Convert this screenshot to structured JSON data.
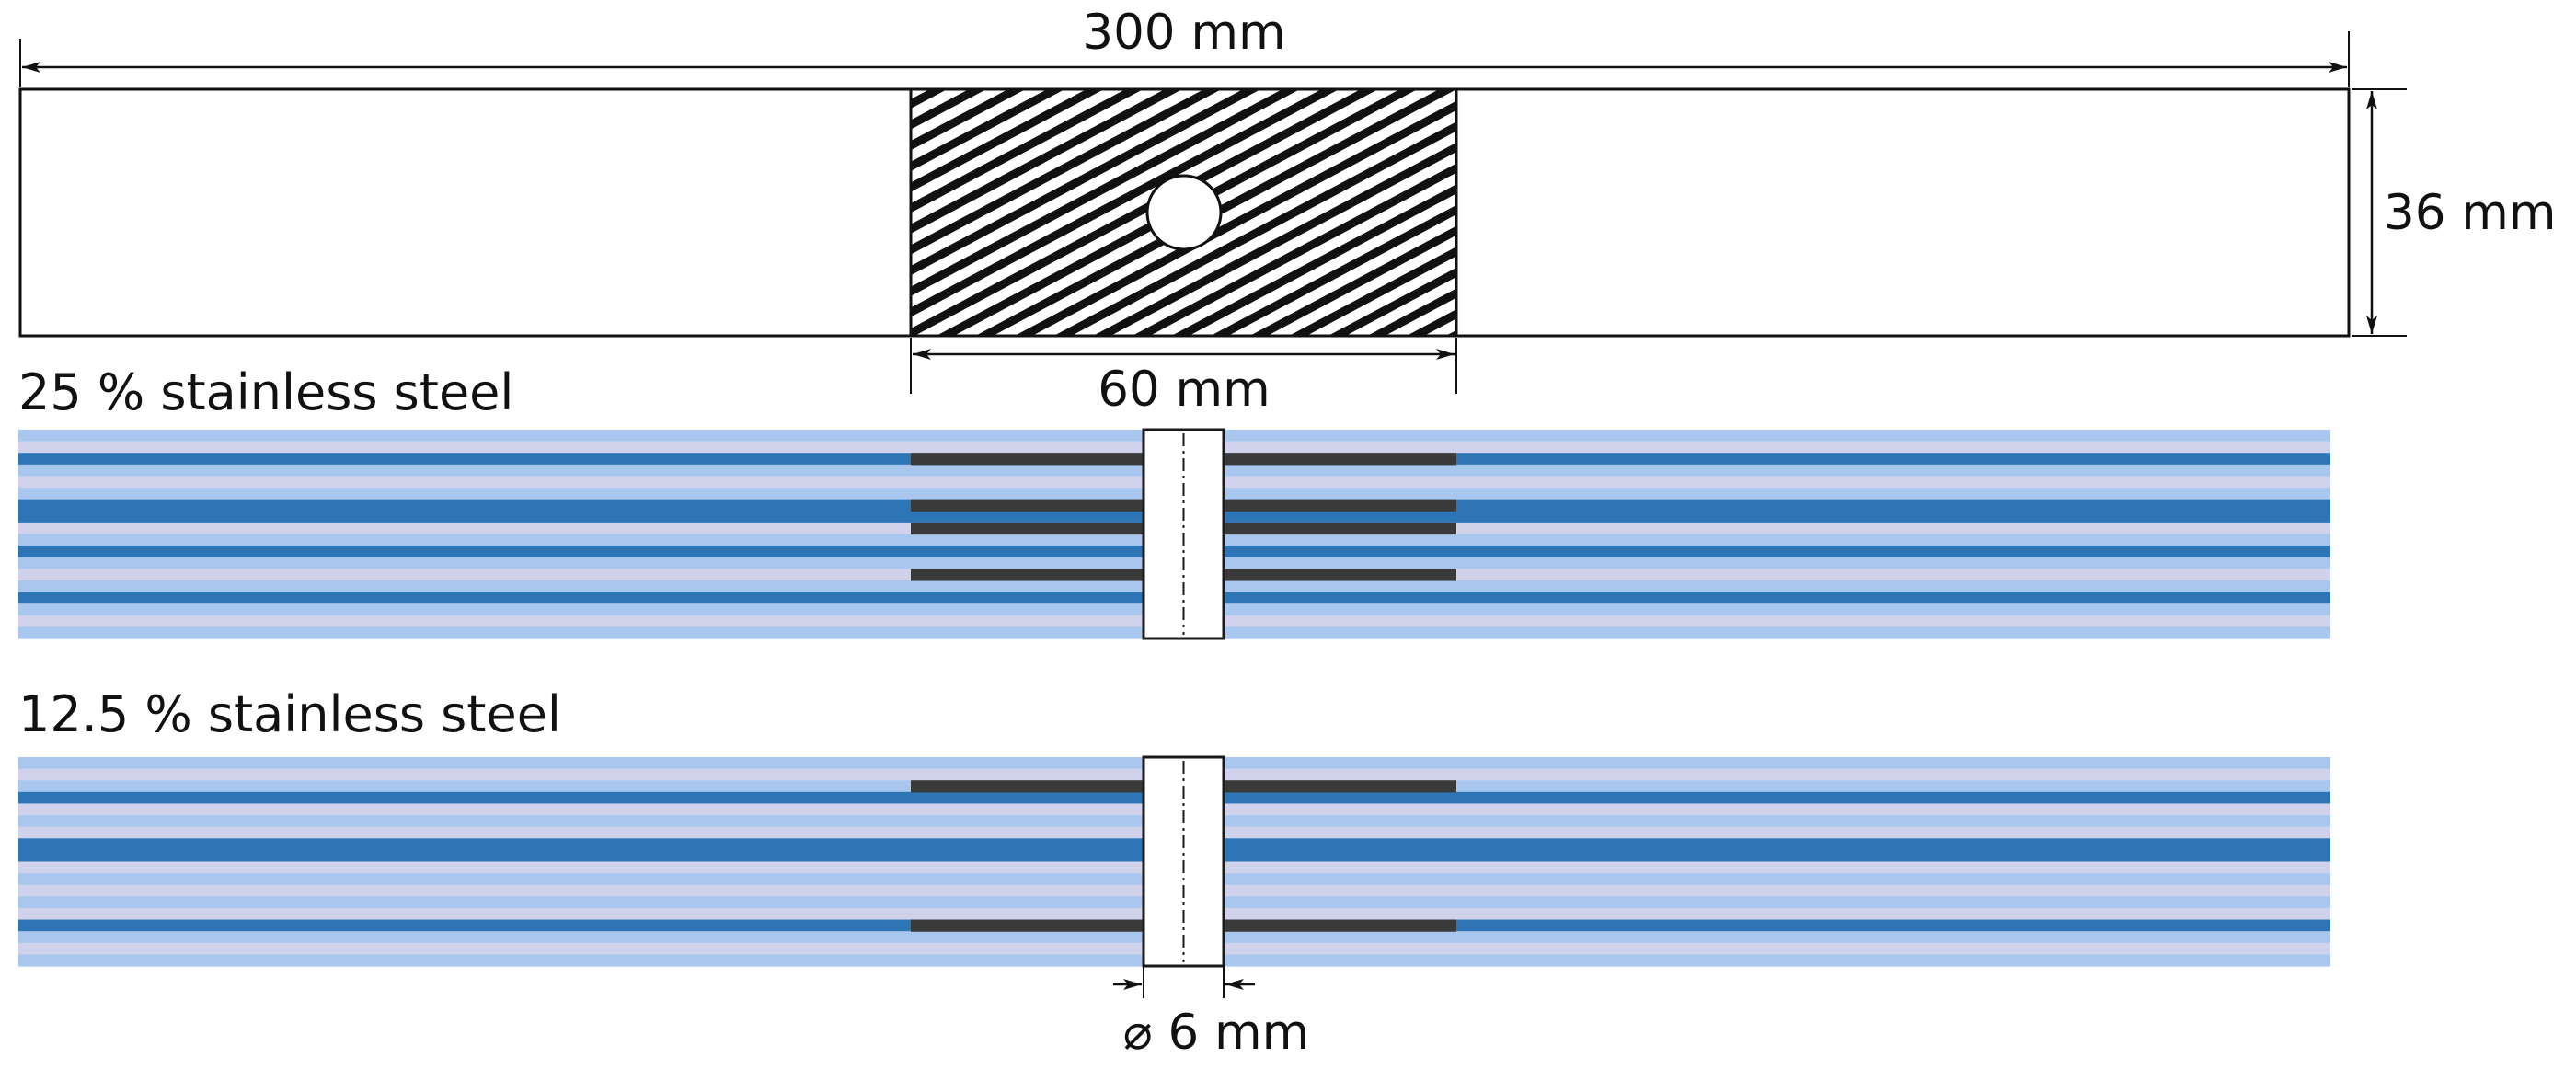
{
  "dimensions": {
    "length": "300 mm",
    "width": "36 mm",
    "patch": "60 mm",
    "hole": "⌀ 6 mm"
  },
  "laminates": [
    {
      "label": "25 % stainless steel",
      "layers": [
        "light",
        "lavender",
        "dark",
        "light",
        "lavender",
        "light",
        "dark",
        "dark",
        "lavender",
        "light",
        "dark",
        "light",
        "lavender",
        "light",
        "dark",
        "light",
        "lavender",
        "light"
      ],
      "steel_layers": [
        2,
        6,
        8,
        12
      ]
    },
    {
      "label": "12.5 % stainless steel",
      "layers": [
        "light",
        "lavender",
        "light",
        "dark",
        "lavender",
        "light",
        "lavender",
        "dark",
        "dark",
        "lavender",
        "light",
        "lavender",
        "light",
        "lavender",
        "dark",
        "light",
        "lavender",
        "light"
      ],
      "steel_layers": [
        2,
        14
      ]
    }
  ],
  "colors": {
    "light": "#a9c7ee",
    "lavender": "#cfd2ea",
    "dark": "#2e75b6",
    "steel": "#3a3a3a",
    "outline": "#1a1a1a"
  }
}
